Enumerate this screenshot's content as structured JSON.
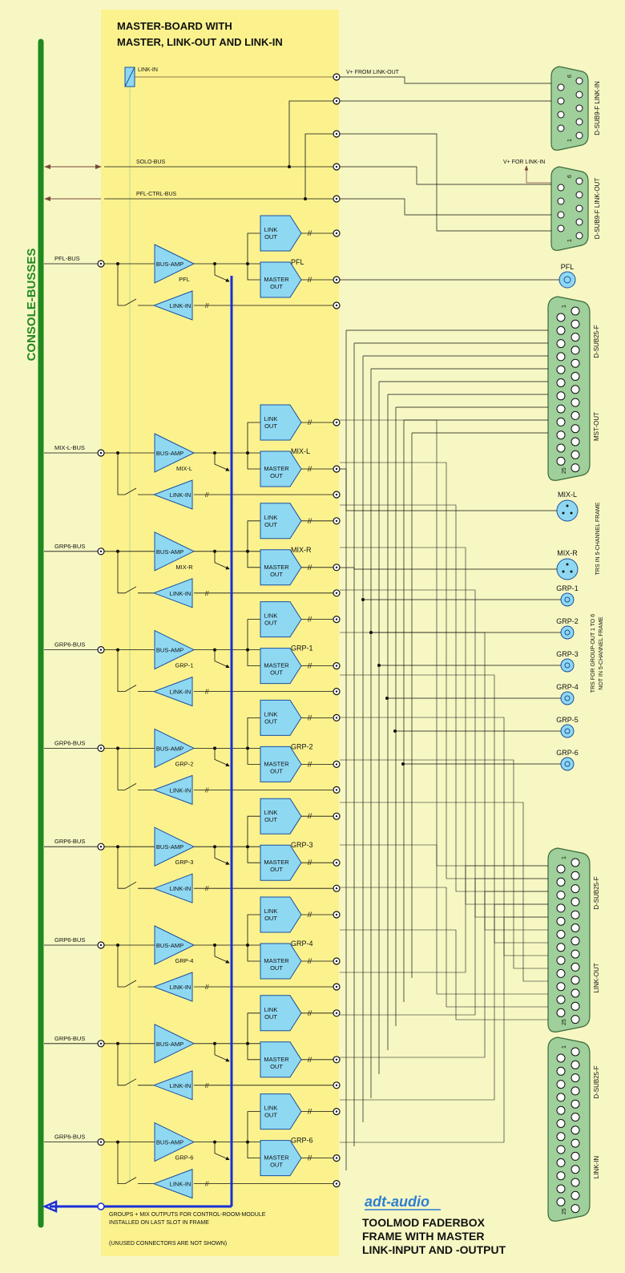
{
  "header": {
    "line1": "MASTER-BOARD WITH",
    "line2": "MASTER, LINK-OUT AND LINK-IN"
  },
  "console_label": "CONSOLE-BUSSES",
  "top_labels": {
    "link_in_relay": "LINK-IN",
    "vplus_from_linkout": "V+ FROM LINK-OUT",
    "solo_bus": "SOLO-BUS",
    "pfl_ctrl_bus": "PFL-CTRL-BUS",
    "vplus_for_linkin": "V+ FOR LINK-IN"
  },
  "dsub9_connectors": [
    {
      "label": "D-SUB9-F  LINK-IN",
      "pin_top": "6",
      "pin_bottom": "1"
    },
    {
      "label": "D-SUB9-F LINK-OUT",
      "pin_top": "6",
      "pin_bottom": "1"
    }
  ],
  "dsub25_connectors": [
    {
      "type": "D-SUB25-F",
      "name": "MST-OUT",
      "pin_top": "1",
      "pin_bottom": "25"
    },
    {
      "type": "D-SUB25-F",
      "name": "LINK-OUT",
      "pin_top": "1",
      "pin_bottom": "25"
    },
    {
      "type": "D-SUB25-F",
      "name": "LINK-IN",
      "pin_top": "1",
      "pin_bottom": "25"
    }
  ],
  "blocks": {
    "bus_amp": "BUS-AMP",
    "link_in": "LINK-IN",
    "link_out_1": "LINK",
    "link_out_2": "OUT",
    "master_out_1": "MASTER",
    "master_out_2": "OUT"
  },
  "channels": [
    {
      "bus": "PFL-BUS",
      "name": "PFL",
      "master_name": "PFL"
    },
    {
      "bus": "MIX-L-BUS",
      "name": "MIX-L",
      "master_name": "MIX-L"
    },
    {
      "bus": "GRP6-BUS",
      "name": "MIX-R",
      "master_name": "MIX-R"
    },
    {
      "bus": "GRP6-BUS",
      "name": "GRP-1",
      "master_name": "GRP-1"
    },
    {
      "bus": "GRP6-BUS",
      "name": "GRP-2",
      "master_name": "GRP-2"
    },
    {
      "bus": "GRP6-BUS",
      "name": "GRP-3",
      "master_name": "GRP-3"
    },
    {
      "bus": "GRP6-BUS",
      "name": "GRP-4",
      "master_name": "GRP-4"
    },
    {
      "bus": "GRP6-BUS",
      "name": "",
      "master_name": ""
    },
    {
      "bus": "GRP6-BUS",
      "name": "GRP-6",
      "master_name": "GRP-6"
    }
  ],
  "right_outputs": {
    "pfl_jack": "PFL",
    "xlr": [
      "MIX-L",
      "MIX-R"
    ],
    "trs_note": "TRS IN 5-CHANNEL FRAME",
    "grp_jacks": [
      "GRP-1",
      "GRP-2",
      "GRP-3",
      "GRP-4",
      "GRP-5",
      "GRP-6"
    ],
    "grp_note_1": "TRS FOR GROUP-OUT 1 TO 6",
    "grp_note_2": "NOT IN 5-CHANNEL FRAME"
  },
  "footer": {
    "note_1": "GROUPS + MIX OUTPUTS  FOR CONTROL-ROOM-MODULE",
    "note_2": "INSTALLED ON LAST SLOT IN FRAME",
    "unused": "(UNUSED CONNECTORS ARE NOT SHOWN)",
    "brand": "adt-audio",
    "title_1": "TOOLMOD FADERBOX",
    "title_2": "FRAME WITH MASTER",
    "title_3": "LINK-INPUT AND -OUTPUT"
  },
  "colors": {
    "background": "#f7f7c4",
    "board": "#fbf28e",
    "console_bus": "#1f8a1f",
    "blue_bus": "#1a2fd8",
    "block_fill": "#8fd8f2",
    "connector_fill": "#9fcf9a"
  }
}
